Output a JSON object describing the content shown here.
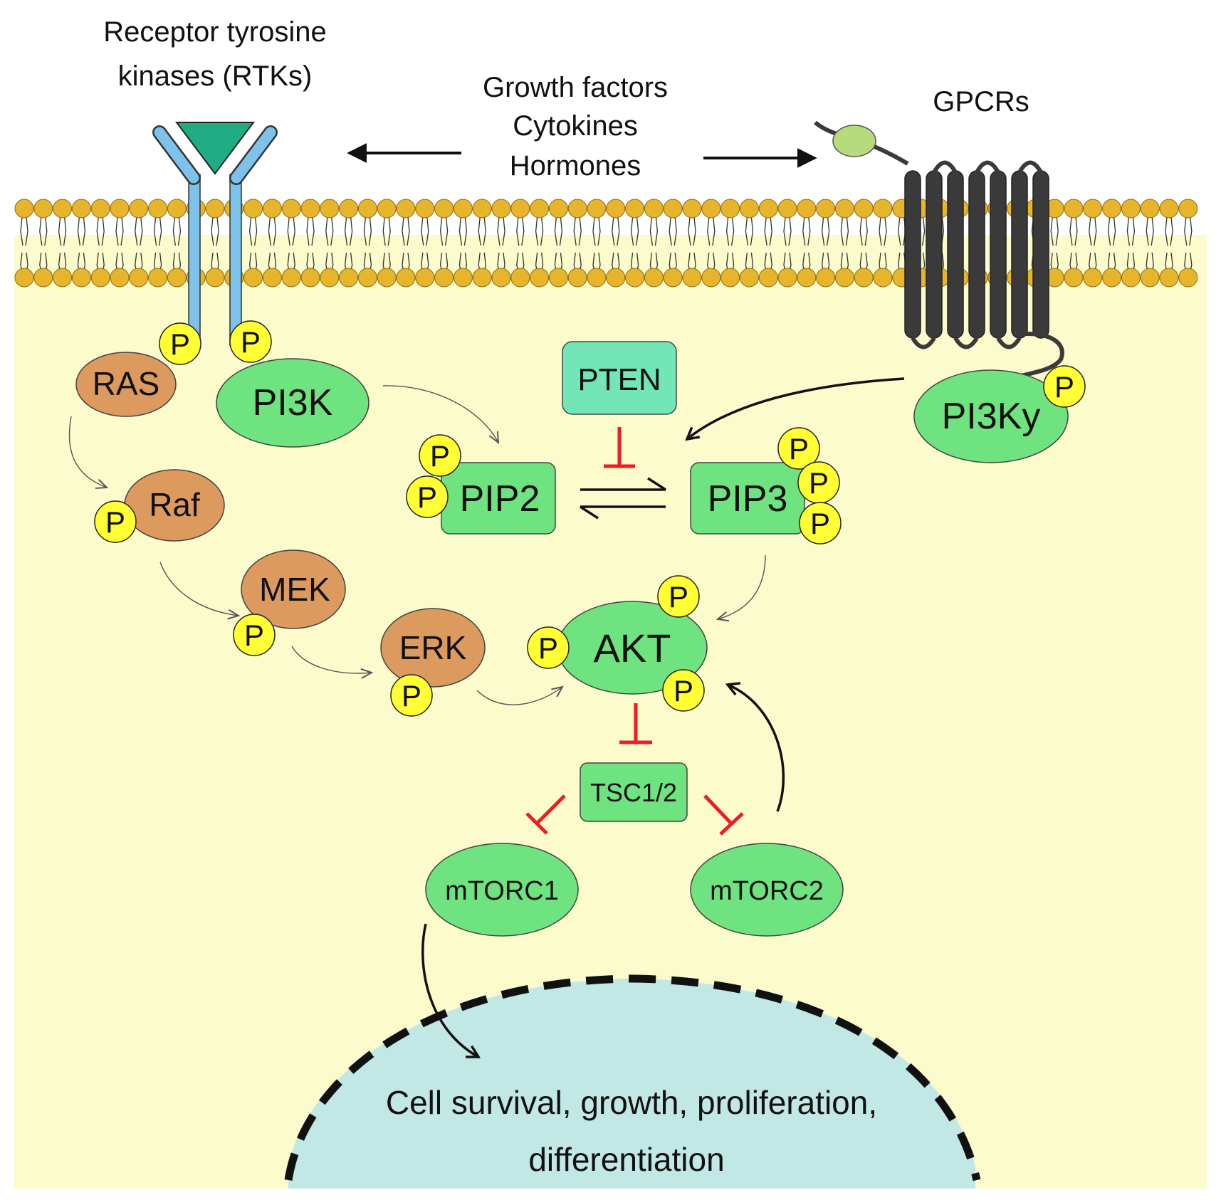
{
  "labels": {
    "rtk_line1": "Receptor tyrosine",
    "rtk_line2": "kinases (RTKs)",
    "ligands_line1": "Growth factors",
    "ligands_line2": "Cytokines",
    "ligands_line3": "Hormones",
    "gpcrs": "GPCRs",
    "outcome_line1": "Cell survival, growth, proliferation,",
    "outcome_line2": "differentiation"
  },
  "nodes": {
    "ras": "RAS",
    "pi3k": "PI3K",
    "raf": "Raf",
    "mek": "MEK",
    "erk": "ERK",
    "pten": "PTEN",
    "pip2": "PIP2",
    "pip3": "PIP3",
    "pi3ky": "PI3Ky",
    "akt": "AKT",
    "tsc": "TSC1/2",
    "mtorc1": "mTORC1",
    "mtorc2": "mTORC2"
  },
  "phospho": "P",
  "colors": {
    "cytoplasm": "#fbfbcc",
    "membrane_head": "#e7b52c",
    "green_node": "#6fe37f",
    "pten": "#73e6b8",
    "orange_node": "#dc9a5f",
    "phospho": "#ffff33",
    "rtk": "#7cc2ea",
    "ligand": "#20ad84",
    "gpcr": "#3a3a3a",
    "gpcr_ligand": "#b5db7d",
    "nucleus": "#c1e8e4",
    "inhibition": "#ee1c24"
  }
}
